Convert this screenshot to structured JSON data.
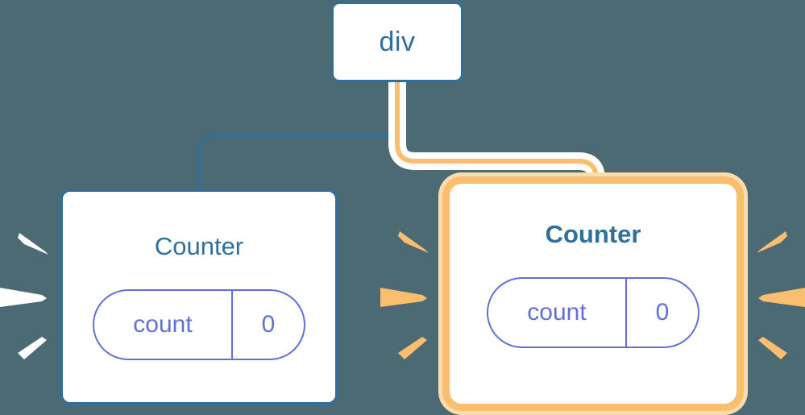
{
  "diagram": {
    "title_alt": "component tree re-render highlight",
    "background_color": "#4b6a73",
    "colors": {
      "blue": "#2e6f9e",
      "orange": "#f9bf6e",
      "orange_glow": "#fbdcae",
      "purple": "#6170d6",
      "white": "#ffffff"
    }
  },
  "nodes": {
    "root": {
      "label": "div",
      "highlighted": "false"
    },
    "left_counter": {
      "label": "Counter",
      "highlighted": "false",
      "state": {
        "key": "count",
        "value": "0"
      }
    },
    "right_counter": {
      "label": "Counter",
      "highlighted": "true",
      "state": {
        "key": "count",
        "value": "0"
      }
    }
  },
  "edges": [
    {
      "name": "div-to-left-counter",
      "from": "div",
      "to": "left_counter",
      "color": "#2e6f9e",
      "highlighted": "false"
    },
    {
      "name": "div-to-right-counter",
      "from": "div",
      "to": "right_counter",
      "color": "#f9bf6e",
      "highlighted": "true"
    }
  ],
  "sparkles": {
    "left_counter_burst": {
      "color": "#ffffff",
      "count": "3",
      "side": "left"
    },
    "right_counter_burst_left": {
      "color": "#f9bf6e",
      "count": "3",
      "side": "left"
    },
    "right_counter_burst_right": {
      "color": "#f9bf6e",
      "count": "3",
      "side": "right"
    }
  }
}
